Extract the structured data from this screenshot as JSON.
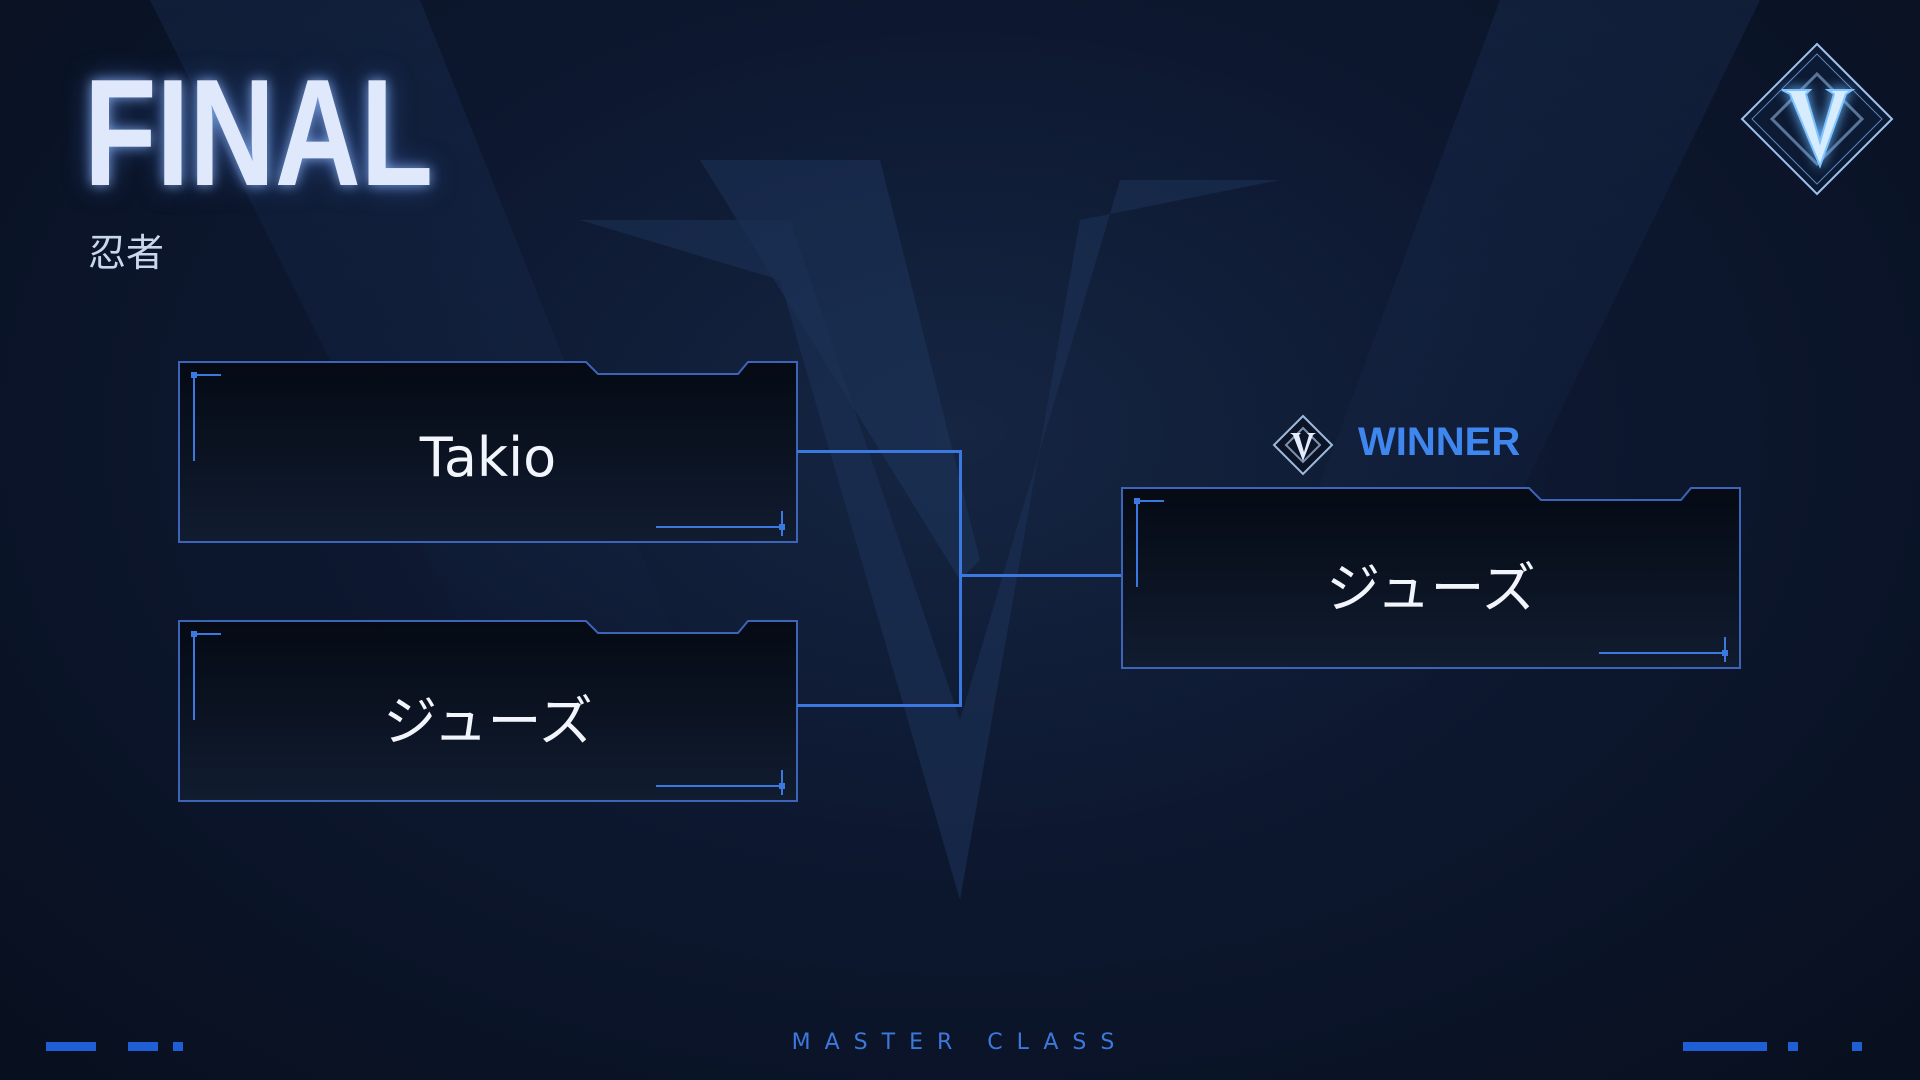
{
  "header": {
    "title": "FINAL",
    "subtitle": "忍者"
  },
  "bracket": {
    "semifinal": [
      {
        "player": "Takio"
      },
      {
        "player": "ジューズ"
      }
    ],
    "winner": {
      "label": "WINNER",
      "player": "ジューズ"
    }
  },
  "footer": {
    "text": "MASTER CLASS"
  },
  "icons": {
    "logo": "v-diamond-logo",
    "winner": "v-diamond-badge"
  },
  "colors": {
    "accent": "#3b78e0",
    "background": "#0d1830",
    "winner_text": "#3f86ef"
  }
}
